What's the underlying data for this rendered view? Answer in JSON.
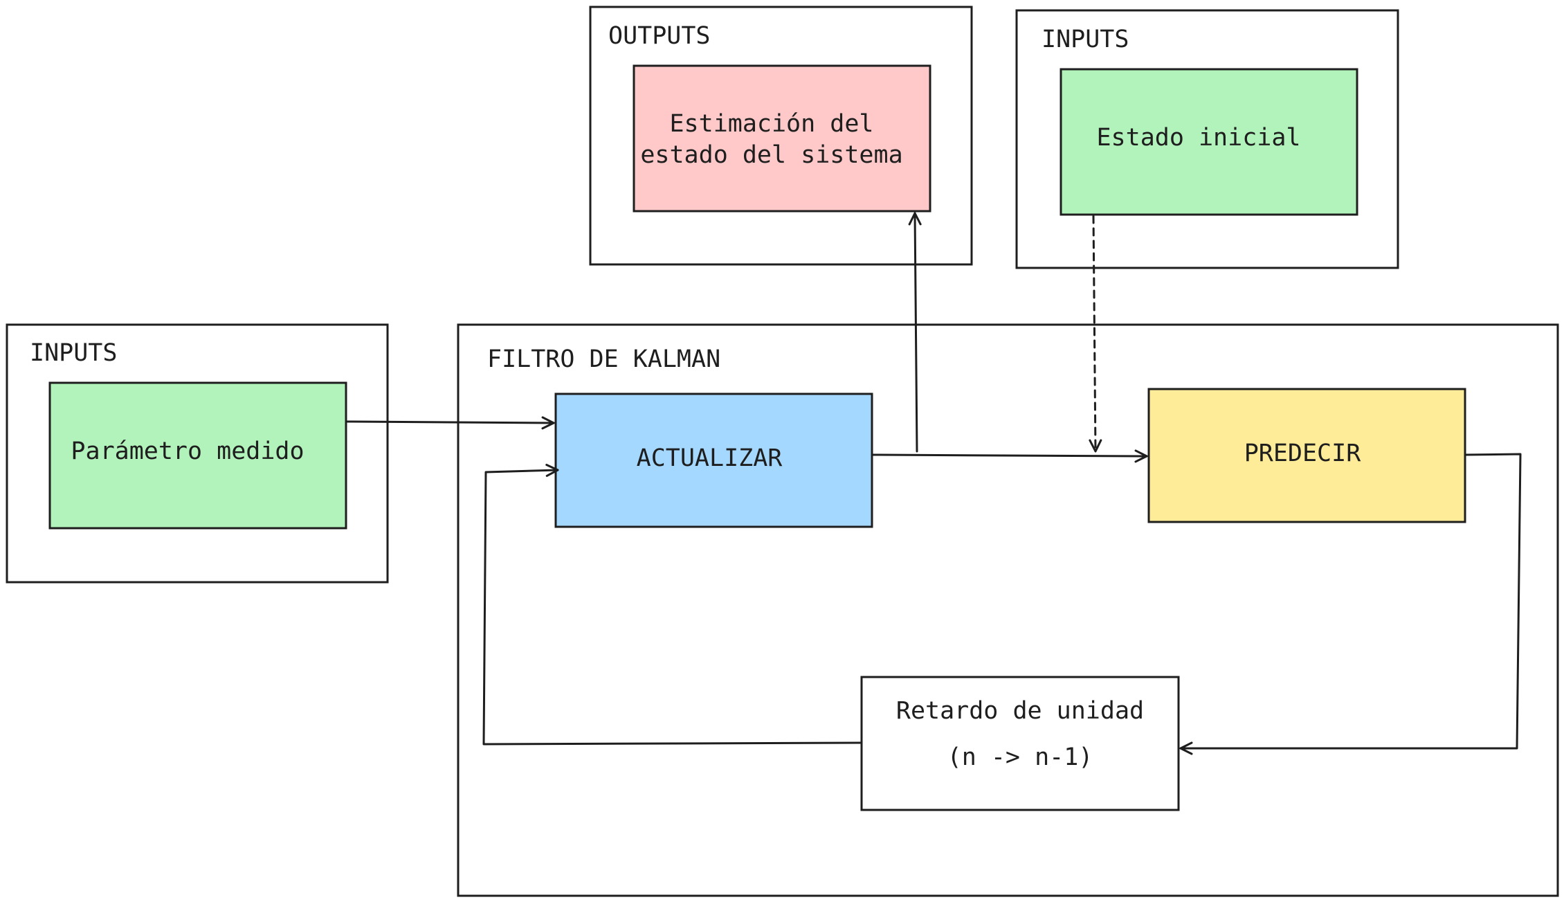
{
  "colors": {
    "stroke": "#1e1e1e",
    "output_fill": "#ffc9c9",
    "input_fill": "#b2f2bb",
    "update_fill": "#a5d8ff",
    "predict_fill": "#ffec99",
    "delay_fill": "#ffffff"
  },
  "frames": {
    "outputs_title": "OUTPUTS",
    "inputs_top_title": "INPUTS",
    "inputs_left_title": "INPUTS",
    "kalman_title": "FILTRO DE KALMAN"
  },
  "nodes": {
    "estimacion": {
      "line1": "Estimación del",
      "line2": "estado del sistema"
    },
    "estado_inicial": {
      "label": "Estado inicial"
    },
    "parametro_medido": {
      "label": "Parámetro medido"
    },
    "actualizar": {
      "label": "ACTUALIZAR"
    },
    "predecir": {
      "label": "PREDECIR"
    },
    "retardo": {
      "line1": "Retardo de unidad",
      "line2": "(n -> n-1)"
    }
  }
}
